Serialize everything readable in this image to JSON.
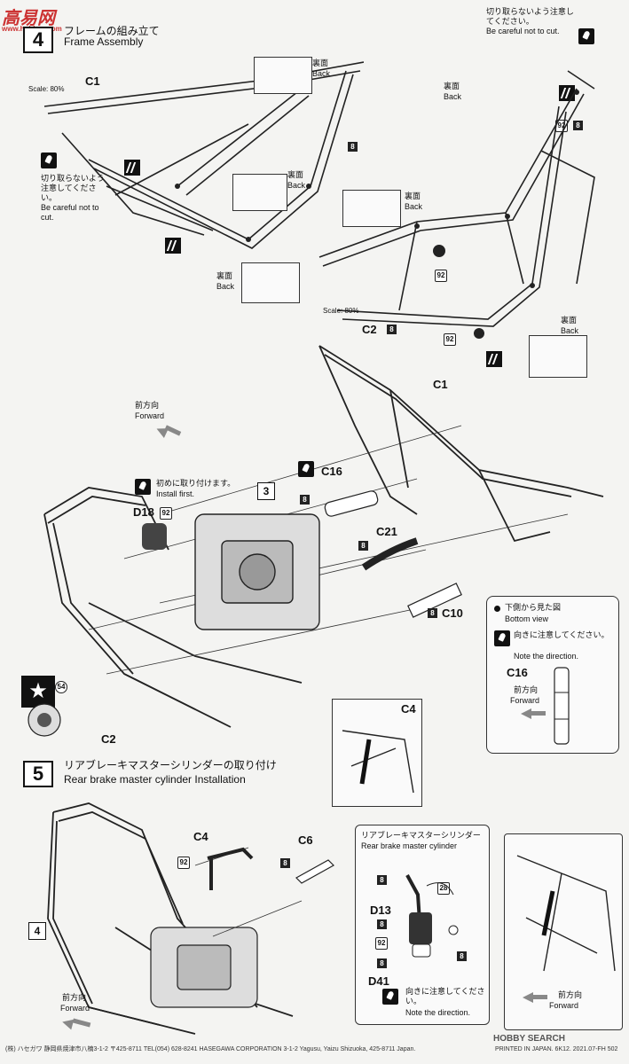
{
  "watermark_top": "高易网",
  "watermark_url": "www.hobbyx.com",
  "step4": {
    "number": "4",
    "title_jp": "フレームの組み立て",
    "title_en": "Frame Assembly"
  },
  "step5": {
    "number": "5",
    "title_jp": "リアブレーキマスターシリンダーの取り付け",
    "title_en": "Rear brake master cylinder Installation"
  },
  "parts": {
    "c1": "C1",
    "c2": "C2",
    "c4": "C4",
    "c6": "C6",
    "c10": "C10",
    "c16": "C16",
    "c21": "C21",
    "d13": "D13",
    "d18": "D18",
    "d41": "D41"
  },
  "scale": "Scale: 80%",
  "caution": {
    "dont_cut_jp_top": "切り取らないよう注意してください。",
    "dont_cut_en_top": "Be careful not to cut.",
    "dont_cut_jp_left": "切り取らないよう注意してください。",
    "dont_cut_en_left": "Be careful not to cut.",
    "install_first_jp": "初めに取り付けます。",
    "install_first_en": "Install first.",
    "note_dir_jp": "向きに注意してください。",
    "note_dir_en": "Note the direction."
  },
  "back": {
    "jp": "裏面",
    "en": "Back"
  },
  "forward": {
    "jp": "前方向",
    "en": "Forward"
  },
  "bottom_view": {
    "jp": "下側から見た図",
    "en": "Bottom view"
  },
  "rear_brake_inset": {
    "jp": "リアブレーキマスターシリンダー",
    "en": "Rear brake master cylinder"
  },
  "numbers": {
    "n8": "8",
    "n92": "92",
    "n28": "28",
    "n54": "54",
    "n3": "3",
    "n4": "4"
  },
  "footer": "(株) ハセガワ 静岡県焼津市八楠3-1-2 〒425-8711 TEL(054) 628-8241 HASEGAWA CORPORATION 3-1-2 Yagusu, Yaizu Shizuoka, 425-8711 Japan.",
  "footer_print": "PRINTED IN JAPAN. 6K12. 2021.07-FH 502",
  "footer_brand": "HOBBY SEARCH"
}
